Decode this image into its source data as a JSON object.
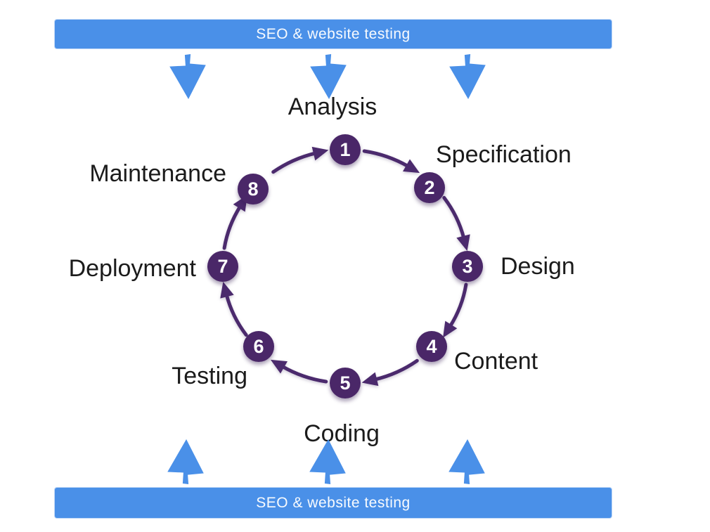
{
  "diagram": {
    "title_hint": "Website development life cycle",
    "top_banner": {
      "label": "SEO & website testing"
    },
    "bottom_banner": {
      "label": "SEO & website testing"
    },
    "steps": [
      {
        "number": "1",
        "label": "Analysis"
      },
      {
        "number": "2",
        "label": "Specification"
      },
      {
        "number": "3",
        "label": "Design"
      },
      {
        "number": "4",
        "label": "Content"
      },
      {
        "number": "5",
        "label": "Coding"
      },
      {
        "number": "6",
        "label": "Testing"
      },
      {
        "number": "7",
        "label": "Deployment"
      },
      {
        "number": "8",
        "label": "Maintenance"
      }
    ],
    "icons": {
      "top": [
        "down-arrow",
        "down-arrow",
        "down-arrow"
      ],
      "bottom": [
        "up-arrow",
        "up-arrow",
        "up-arrow"
      ]
    },
    "colors": {
      "banner_blue": "#4a90e8",
      "node_purple": "#4a2768",
      "arc_purple": "#4b2a6d",
      "label_text": "#1b1b1b",
      "banner_text": "#f5faff"
    },
    "flow": "clockwise 1→2→3→4→5→6→7→8→1"
  }
}
